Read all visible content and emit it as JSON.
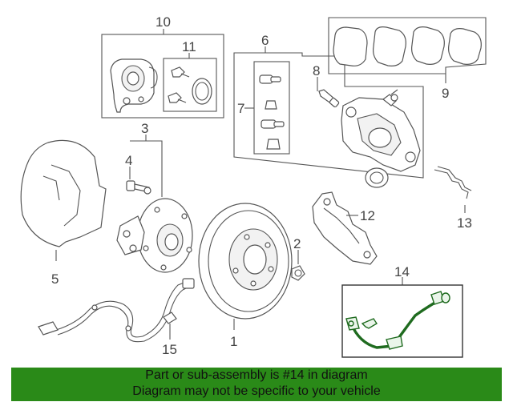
{
  "callouts": [
    "1",
    "2",
    "3",
    "4",
    "5",
    "6",
    "7",
    "8",
    "9",
    "10",
    "11",
    "12",
    "13",
    "14",
    "15"
  ],
  "banner": {
    "line1": "Part or sub-assembly is #14 in diagram",
    "line2": "Diagram may not be specific to your vehicle",
    "color": "#2a8a18"
  },
  "highlight": {
    "part": "14",
    "color": "#1f6b1f"
  }
}
